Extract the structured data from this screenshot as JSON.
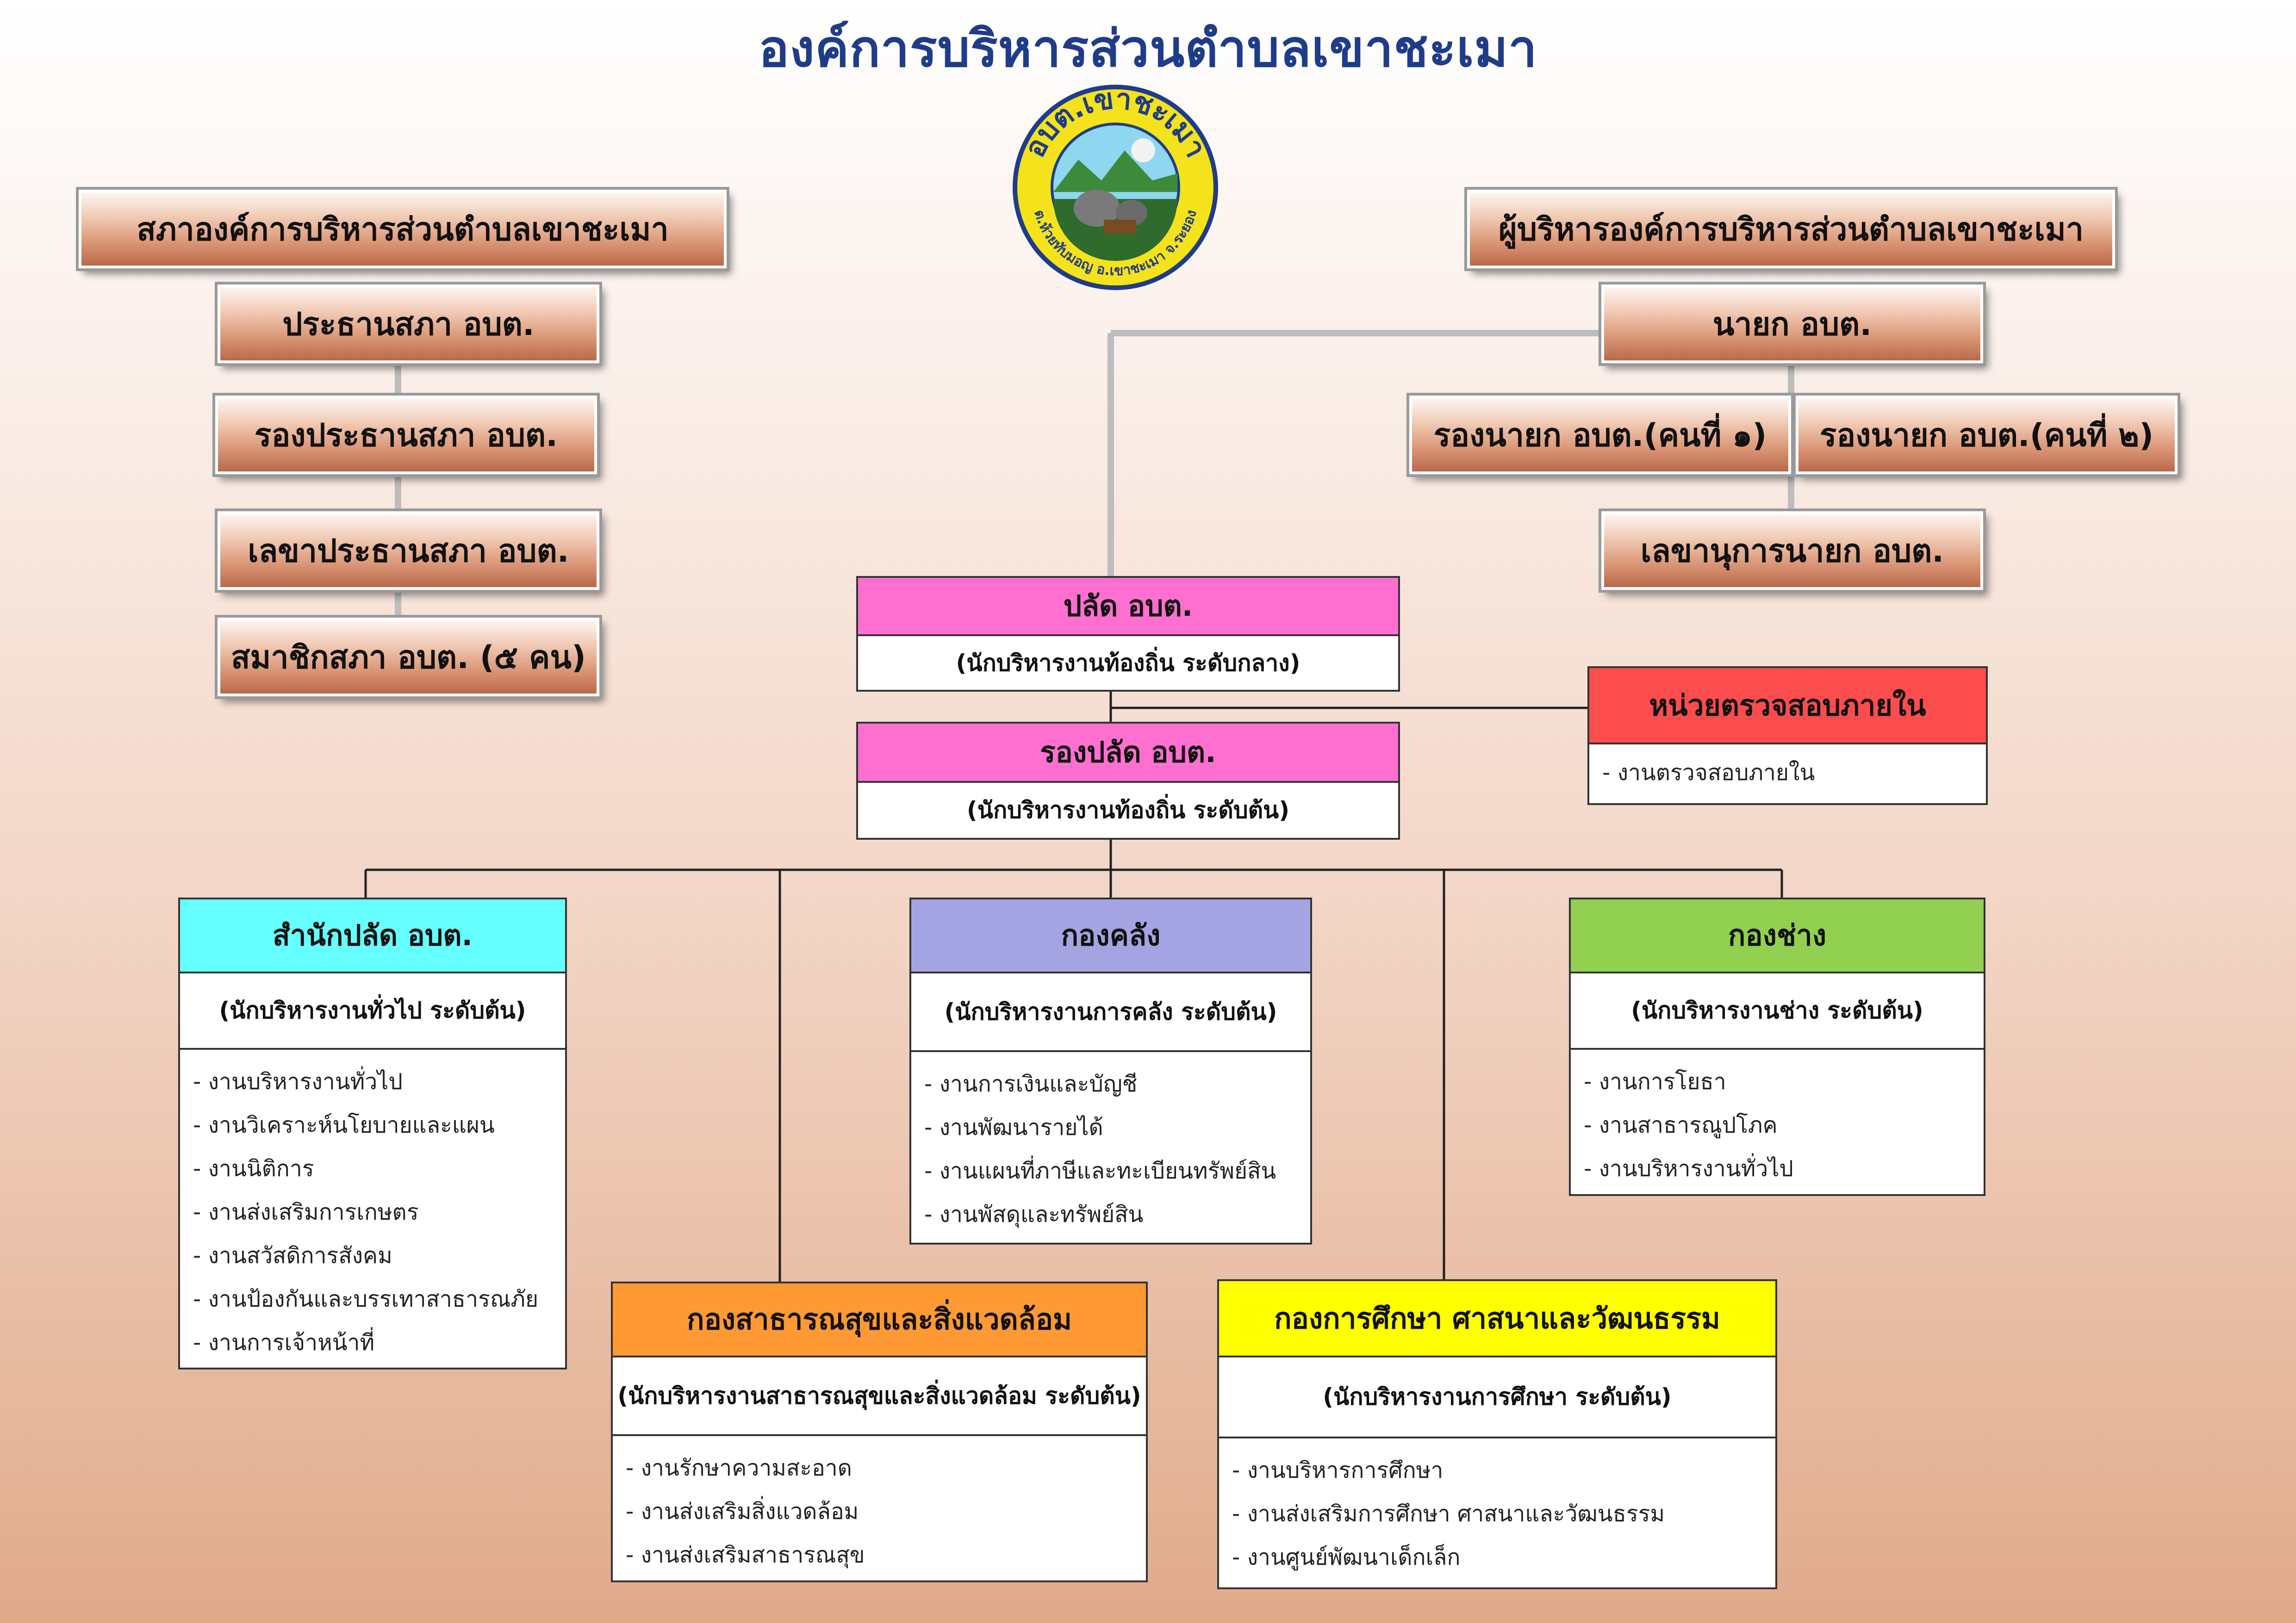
{
  "title": "องค์การบริหารส่วนตำบลเขาชะเมา",
  "logo": {
    "top_text": "อบต.เขาชะเมา",
    "bottom_text": "ต.ห้วยทับมอญ อ.เขาชะเมา จ.ระยอง",
    "colors": {
      "ring": "#f4e21a",
      "text": "#1f3c8a",
      "sky": "#8fd6f0",
      "hill": "#3d8a3a"
    }
  },
  "council": {
    "header": "สภาองค์การบริหารส่วนตำบลเขาชะเมา",
    "chair": "ประธานสภา อบต.",
    "vice_chair": "รองประธานสภา อบต.",
    "secretary": "เลขาประธานสภา อบต.",
    "members": "สมาชิกสภา อบต. (๕ คน)"
  },
  "executive": {
    "header": "ผู้บริหารองค์การบริหารส่วนตำบลเขาชะเมา",
    "mayor": "นายก อบต.",
    "deputy1": "รองนายก อบต.(คนที่ ๑)",
    "deputy2": "รองนายก อบต.(คนที่ ๒)",
    "secretary": "เลขานุการนายก อบต."
  },
  "palat": {
    "title": "ปลัด อบต.",
    "sub": "(นักบริหารงานท้องถิ่น ระดับกลาง)",
    "color": "#ff6fd0"
  },
  "rong_palat": {
    "title": "รองปลัด อบต.",
    "sub": "(นักบริหารงานท้องถิ่น ระดับต้น)",
    "color": "#ff6fd0"
  },
  "audit": {
    "title": "หน่วยตรวจสอบภายใน",
    "items": [
      "- งานตรวจสอบภายใน"
    ],
    "color": "#fb4d4d"
  },
  "departments": {
    "office": {
      "title": "สำนักปลัด อบต.",
      "sub": "(นักบริหารงานทั่วไป ระดับต้น)",
      "color": "#66ffff",
      "items": [
        "- งานบริหารงานทั่วไป",
        "- งานวิเคราะห์นโยบายและแผน",
        "- งานนิติการ",
        "- งานส่งเสริมการเกษตร",
        "- งานสวัสดิการสังคม",
        "- งานป้องกันและบรรเทาสาธารณภัย",
        "- งานการเจ้าหน้าที่"
      ]
    },
    "finance": {
      "title": "กองคลัง",
      "sub": "(นักบริหารงานการคลัง ระดับต้น)",
      "color": "#a4a4e2",
      "items": [
        "- งานการเงินและบัญชี",
        "- งานพัฒนารายได้",
        "- งานแผนที่ภาษีและทะเบียนทรัพย์สิน",
        "- งานพัสดุและทรัพย์สิน"
      ]
    },
    "engineering": {
      "title": "กองช่าง",
      "sub": "(นักบริหารงานช่าง ระดับต้น)",
      "color": "#92d050",
      "items": [
        "- งานการโยธา",
        "- งานสาธารณูปโภค",
        "- งานบริหารงานทั่วไป"
      ]
    },
    "health": {
      "title": "กองสาธารณสุขและสิ่งแวดล้อม",
      "sub": "(นักบริหารงานสาธารณสุขและสิ่งแวดล้อม ระดับต้น)",
      "color": "#ff9933",
      "items": [
        "- งานรักษาความสะอาด",
        "- งานส่งเสริมสิ่งแวดล้อม",
        "- งานส่งเสริมสาธารณสุข"
      ]
    },
    "education": {
      "title": "กองการศึกษา ศาสนาและวัฒนธรรม",
      "sub": "(นักบริหารงานการศึกษา ระดับต้น)",
      "color": "#ffff00",
      "items": [
        "- งานบริหารการศึกษา",
        "- งานส่งเสริมการศึกษา ศาสนาและวัฒนธรรม",
        "- งานศูนย์พัฒนาเด็กเล็ก"
      ]
    }
  }
}
